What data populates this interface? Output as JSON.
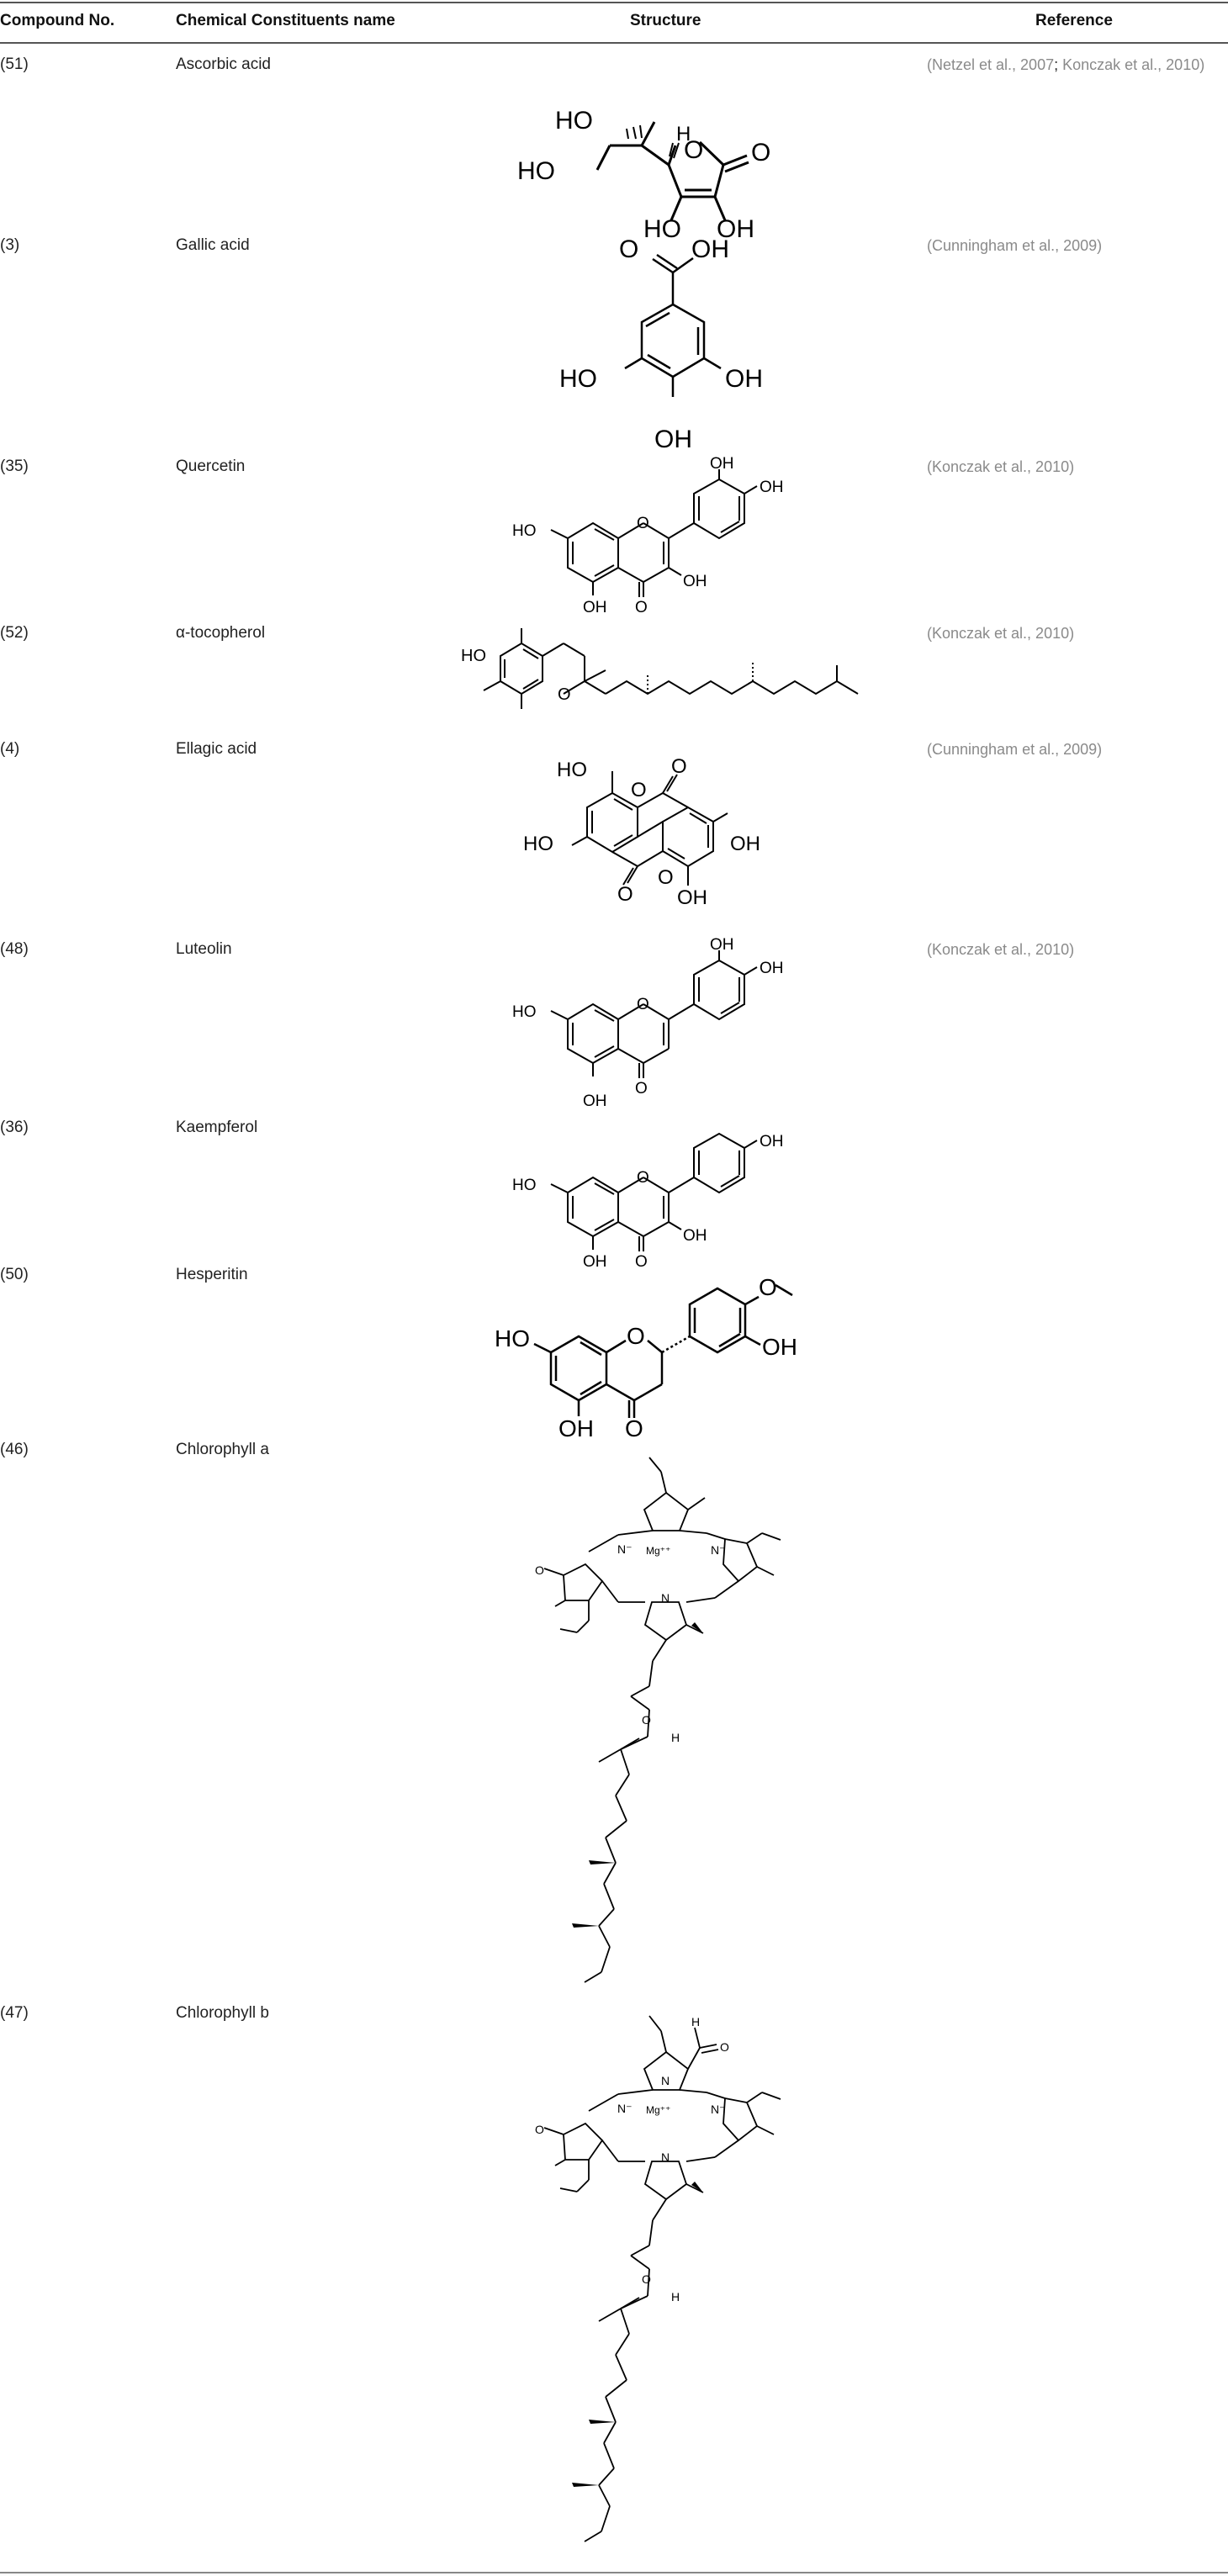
{
  "header": {
    "compound_no": "Compound No.",
    "name": "Chemical Constituents name",
    "structure": "Structure",
    "reference": "Reference"
  },
  "rows": [
    {
      "no": "(51)",
      "name": "Ascorbic acid",
      "ref_a": "(Netzel et al., 2007",
      "ref_sep": "; ",
      "ref_b": "Konczak et al., 2010)"
    },
    {
      "no": "(3)",
      "name": "Gallic acid",
      "ref": "(Cunningham et al., 2009)"
    },
    {
      "no": "(35)",
      "name": "Quercetin",
      "ref": "(Konczak et al., 2010)"
    },
    {
      "no": "(52)",
      "name": "α-tocopherol",
      "ref": "(Konczak et al., 2010)"
    },
    {
      "no": "(4)",
      "name": "Ellagic acid",
      "ref": "(Cunningham et al., 2009)"
    },
    {
      "no": "(48)",
      "name": "Luteolin",
      "ref": "(Konczak et al., 2010)"
    },
    {
      "no": "(36)",
      "name": "Kaempferol",
      "ref": ""
    },
    {
      "no": "(50)",
      "name": "Hesperitin",
      "ref": ""
    },
    {
      "no": "(46)",
      "name": "Chlorophyll a",
      "ref": ""
    },
    {
      "no": "(47)",
      "name": "Chlorophyll b",
      "ref": ""
    }
  ],
  "atoms": {
    "HO": "HO",
    "OH": "OH",
    "O": "O",
    "H": "H",
    "N": "N",
    "N_minus": "N⁻",
    "Mg": "Mg⁺⁺"
  }
}
